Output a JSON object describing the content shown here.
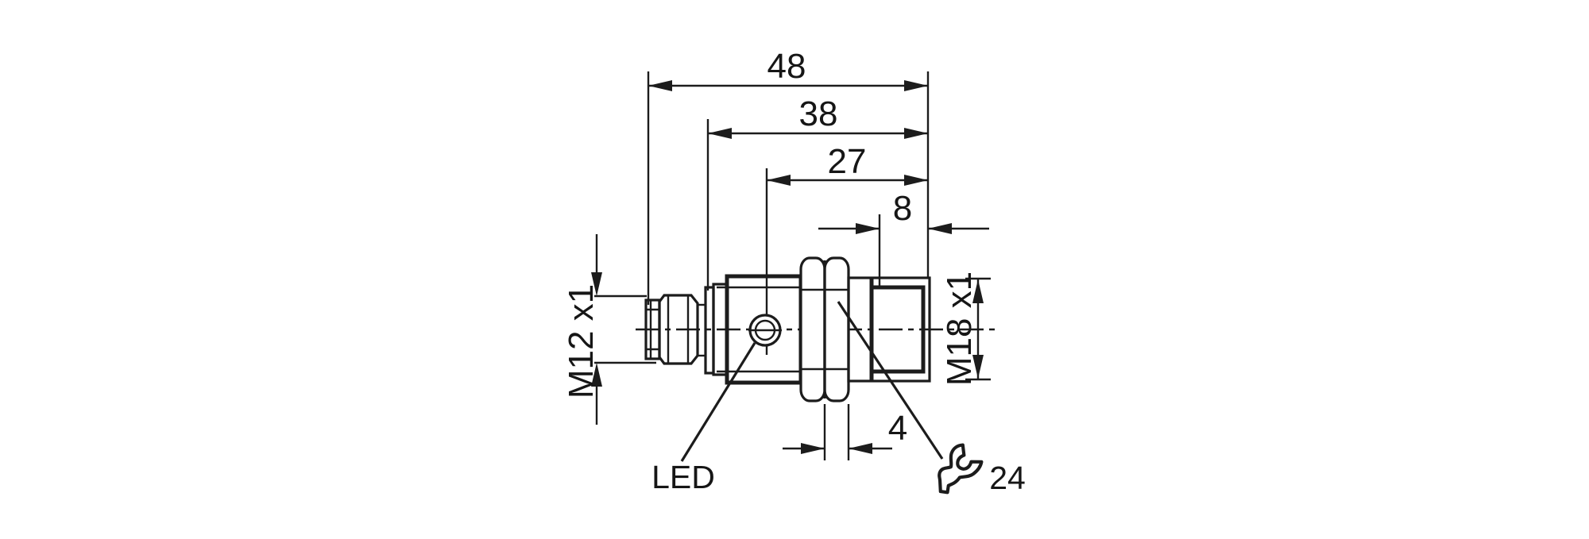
{
  "drawing": {
    "type": "technical-dimension-drawing",
    "subject": "cylindrical-inductive-sensor-side-view",
    "units_shown": false,
    "colors": {
      "line": "#1c1c1c",
      "background": "#ffffff"
    },
    "dimensions": {
      "overall_length": "48",
      "housing_length": "38",
      "led_to_tip": "27",
      "thread_length": "8",
      "nut_thickness": "4"
    },
    "labels": {
      "connector_thread": "M12 x1",
      "barrel_thread": "M18 x1",
      "led": "LED",
      "wrench_size": "24"
    }
  }
}
